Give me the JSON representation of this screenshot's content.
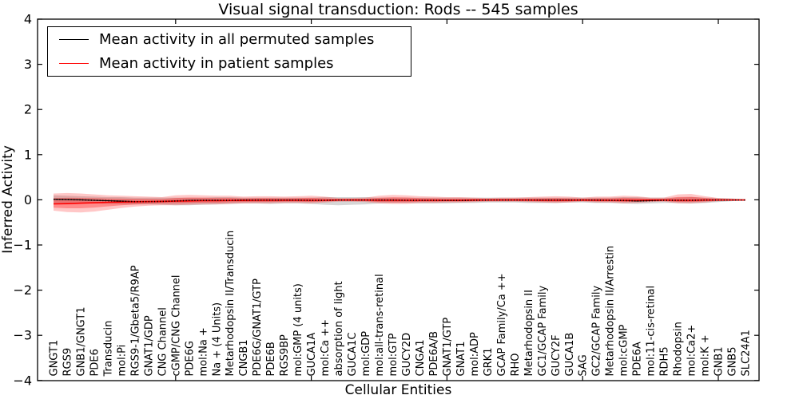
{
  "chart_data": {
    "type": "line",
    "title": "Visual signal transduction: Rods -- 545 samples",
    "xlabel": "Cellular Entities",
    "ylabel": "Inferred Activity",
    "ylim": [
      -4,
      4
    ],
    "grid": false,
    "legend_position": "upper left",
    "yticks": [
      {
        "value": 4,
        "label": "4"
      },
      {
        "value": 3,
        "label": "3"
      },
      {
        "value": 2,
        "label": "2"
      },
      {
        "value": 1,
        "label": "1"
      },
      {
        "value": 0,
        "label": "0"
      },
      {
        "value": -1,
        "label": "−1"
      },
      {
        "value": -2,
        "label": "−2"
      },
      {
        "value": -3,
        "label": "−3"
      },
      {
        "value": -4,
        "label": "−4"
      }
    ],
    "xtick_top_positions": [
      10,
      20,
      30,
      40,
      50
    ],
    "categories": [
      "GNGT1",
      "RGS9",
      "GNB1/GNGT1",
      "PDE6",
      "Transducin",
      "mol:Pi",
      "RGS9-1/Gbeta5/R9AP",
      "GNAT1/GDP",
      "CNG Channel",
      "cGMP/CNG Channel",
      "PDE6G",
      "mol:Na +",
      "Na + (4 Units)",
      "Metarhodopsin II/Transducin",
      "CNGB1",
      "PDE6G/GNAT1/GTP",
      "PDE6B",
      "RGS9BP",
      "mol:GMP (4 units)",
      "GUCA1A",
      "mol:Ca ++",
      "absorption of light",
      "GUCA1C",
      "mol:GDP",
      "mol:all-trans-retinal",
      "mol:GTP",
      "GUCY2D",
      "CNGA1",
      "PDE6A/B",
      "GNAT1/GTP",
      "GNAT1",
      "mol:ADP",
      "GRK1",
      "GCAP Family/Ca ++",
      "RHO",
      "Metarhodopsin II",
      "GC1/GCAP Family",
      "GUCY2F",
      "GUCA1B",
      "SAG",
      "GC2/GCAP Family",
      "Metarhodopsin II/Arrestin",
      "mol:cGMP",
      "PDE6A",
      "mol:11-cis-retinal",
      "RDH5",
      "Rhodopsin",
      "mol:Ca2+",
      "mol:K +",
      "GNB1",
      "GNB5",
      "SLC24A1"
    ],
    "series": [
      {
        "name": "Mean activity in all permuted samples",
        "color": "#000000",
        "band_color": "#808080",
        "style": "dotted",
        "mean": [
          0.01,
          0.005,
          0.0,
          -0.01,
          -0.02,
          -0.03,
          -0.04,
          -0.04,
          -0.035,
          -0.025,
          -0.015,
          -0.01,
          -0.01,
          -0.01,
          -0.005,
          -0.005,
          -0.005,
          -0.005,
          -0.005,
          -0.01,
          -0.01,
          -0.005,
          -0.005,
          -0.005,
          -0.005,
          -0.005,
          -0.01,
          -0.01,
          -0.01,
          -0.015,
          -0.015,
          -0.01,
          -0.005,
          -0.005,
          -0.005,
          -0.005,
          -0.005,
          -0.005,
          -0.005,
          -0.005,
          -0.005,
          -0.01,
          -0.015,
          -0.025,
          -0.02,
          -0.01,
          -0.01,
          -0.01,
          -0.005,
          -0.005,
          -0.005,
          -0.005
        ],
        "band_upper": [
          0.1,
          0.09,
          0.08,
          0.07,
          0.06,
          0.06,
          0.05,
          0.05,
          0.05,
          0.05,
          0.05,
          0.05,
          0.06,
          0.06,
          0.05,
          0.05,
          0.05,
          0.05,
          0.05,
          0.05,
          0.06,
          0.06,
          0.06,
          0.06,
          0.05,
          0.05,
          0.05,
          0.05,
          0.05,
          0.05,
          0.05,
          0.05,
          0.05,
          0.05,
          0.05,
          0.05,
          0.05,
          0.05,
          0.05,
          0.05,
          0.05,
          0.05,
          0.06,
          0.06,
          0.05,
          0.05,
          0.05,
          0.06,
          0.05,
          0.04,
          0.03,
          0.01
        ],
        "band_lower": [
          -0.08,
          -0.08,
          -0.08,
          -0.08,
          -0.09,
          -0.1,
          -0.1,
          -0.1,
          -0.11,
          -0.12,
          -0.12,
          -0.11,
          -0.1,
          -0.09,
          -0.08,
          -0.08,
          -0.09,
          -0.08,
          -0.08,
          -0.09,
          -0.11,
          -0.12,
          -0.11,
          -0.1,
          -0.08,
          -0.07,
          -0.07,
          -0.08,
          -0.08,
          -0.08,
          -0.07,
          -0.07,
          -0.06,
          -0.06,
          -0.06,
          -0.07,
          -0.07,
          -0.07,
          -0.06,
          -0.06,
          -0.07,
          -0.07,
          -0.08,
          -0.09,
          -0.08,
          -0.07,
          -0.07,
          -0.08,
          -0.07,
          -0.05,
          -0.03,
          -0.01
        ]
      },
      {
        "name": "Mean activity in patient samples",
        "color": "#ff0000",
        "band_color": "#ff0000",
        "style": "solid",
        "mean": [
          -0.09,
          -0.085,
          -0.075,
          -0.065,
          -0.055,
          -0.05,
          -0.045,
          -0.04,
          -0.035,
          -0.03,
          -0.025,
          -0.02,
          -0.02,
          -0.015,
          -0.015,
          -0.01,
          -0.01,
          -0.01,
          -0.01,
          -0.01,
          -0.01,
          -0.005,
          -0.005,
          -0.005,
          -0.01,
          -0.01,
          -0.01,
          -0.01,
          -0.01,
          -0.01,
          -0.01,
          -0.005,
          -0.005,
          -0.005,
          -0.005,
          -0.005,
          -0.01,
          -0.01,
          -0.01,
          -0.005,
          -0.01,
          -0.01,
          -0.01,
          -0.01,
          -0.005,
          -0.005,
          -0.01,
          -0.01,
          -0.005,
          -0.005,
          -0.005,
          -0.003
        ],
        "band_upper": [
          0.14,
          0.15,
          0.14,
          0.12,
          0.1,
          0.09,
          0.08,
          0.07,
          0.06,
          0.1,
          0.11,
          0.1,
          0.09,
          0.09,
          0.07,
          0.08,
          0.08,
          0.07,
          0.08,
          0.09,
          0.07,
          0.04,
          0.04,
          0.05,
          0.09,
          0.11,
          0.1,
          0.08,
          0.07,
          0.06,
          0.06,
          0.05,
          0.04,
          0.05,
          0.05,
          0.06,
          0.07,
          0.08,
          0.07,
          0.05,
          0.07,
          0.07,
          0.09,
          0.08,
          0.05,
          0.05,
          0.12,
          0.13,
          0.08,
          0.04,
          0.03,
          0.01
        ],
        "band_lower": [
          -0.24,
          -0.27,
          -0.28,
          -0.26,
          -0.22,
          -0.18,
          -0.15,
          -0.13,
          -0.12,
          -0.12,
          -0.11,
          -0.1,
          -0.1,
          -0.09,
          -0.08,
          -0.08,
          -0.08,
          -0.07,
          -0.07,
          -0.08,
          -0.06,
          -0.04,
          -0.04,
          -0.05,
          -0.08,
          -0.09,
          -0.09,
          -0.07,
          -0.07,
          -0.06,
          -0.06,
          -0.05,
          -0.04,
          -0.04,
          -0.04,
          -0.05,
          -0.06,
          -0.07,
          -0.06,
          -0.04,
          -0.06,
          -0.06,
          -0.08,
          -0.07,
          -0.05,
          -0.04,
          -0.08,
          -0.08,
          -0.06,
          -0.03,
          -0.02,
          -0.01
        ]
      }
    ]
  }
}
